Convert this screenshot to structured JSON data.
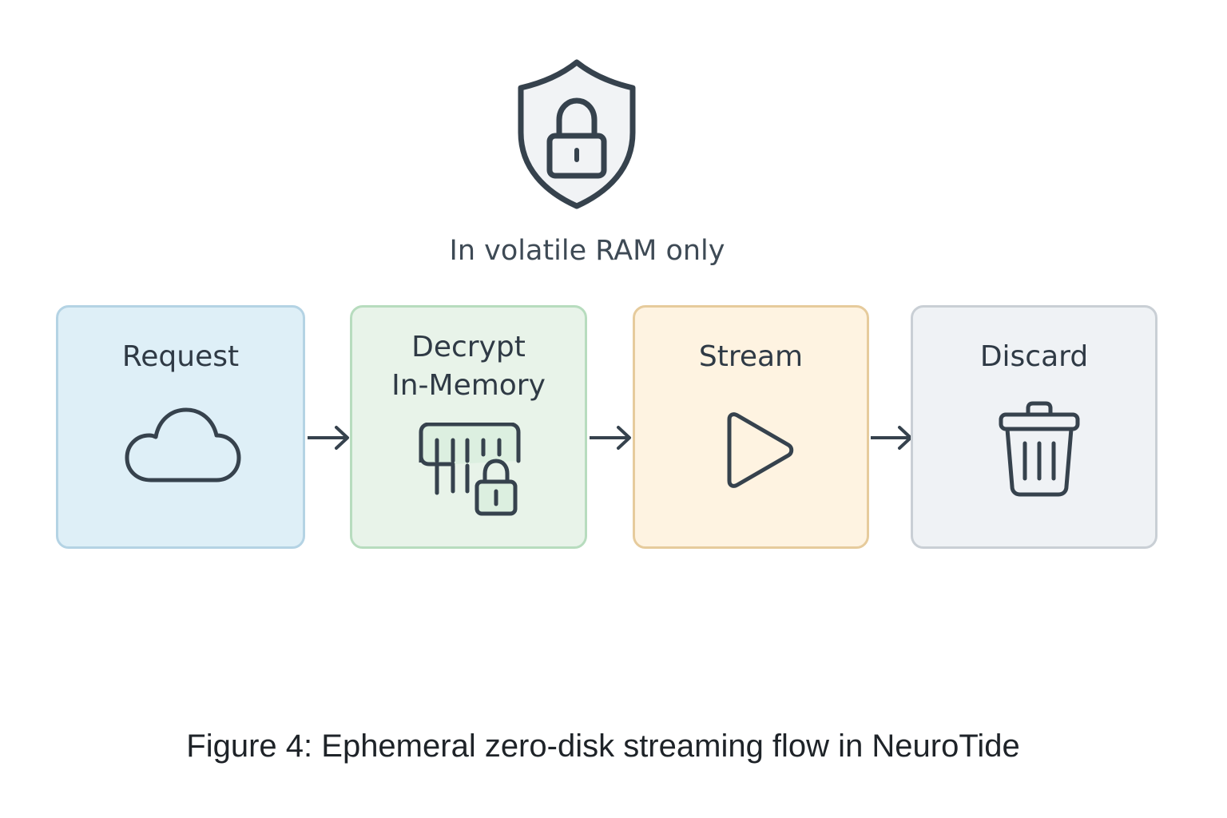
{
  "header": {
    "icon": "shield-lock-icon",
    "label": "In volatile RAM only"
  },
  "steps": [
    {
      "title": "Request",
      "icon": "cloud-icon",
      "bg": "#deeff7",
      "border": "#b4d3e4"
    },
    {
      "title_line1": "Decrypt",
      "title_line2": "In-Memory",
      "icon": "memory-chip-lock-icon",
      "bg": "#e8f3e9",
      "border": "#b7dcbe"
    },
    {
      "title": "Stream",
      "icon": "play-icon",
      "bg": "#fef3e1",
      "border": "#e6cb9c"
    },
    {
      "title": "Discard",
      "icon": "trash-icon",
      "bg": "#eff2f5",
      "border": "#c9cfd5"
    }
  ],
  "connectors": [
    "arrow-right",
    "arrow-right",
    "arrow-right"
  ],
  "caption": "Figure 4: Ephemeral zero-disk streaming flow in NeuroTide",
  "colors": {
    "stroke": "#36424d",
    "text": "#2f3a45"
  }
}
